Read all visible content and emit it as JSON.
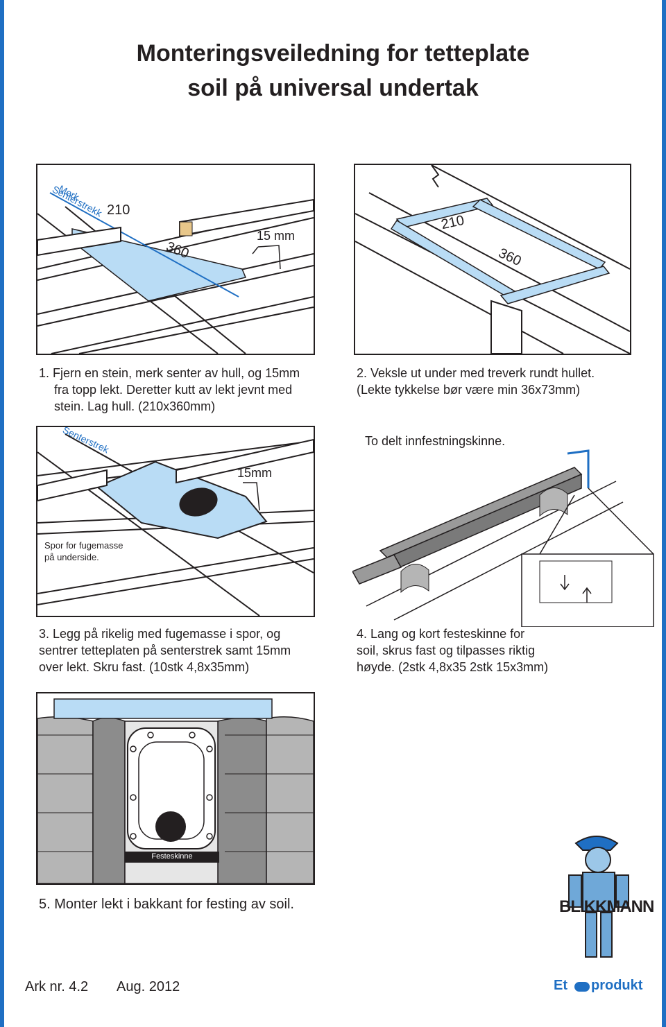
{
  "title": {
    "line1": "Monteringsveiledning for tetteplate",
    "line2": "soil på universal undertak"
  },
  "step1": {
    "label_merk": "Merk",
    "label_senterstrekk": "Senterstrekk",
    "dim_210": "210",
    "dim_360": "360",
    "dim_15mm": "15 mm",
    "caption": [
      "1.  Fjern en stein, merk senter av hull, og 15mm",
      "fra topp lekt. Deretter kutt av lekt jevnt med",
      "stein. Lag hull. (210x360mm)"
    ]
  },
  "step2": {
    "dim_210": "210",
    "dim_360": "360",
    "caption": [
      "2. Veksle ut under med treverk  rundt hullet.",
      "(Lekte tykkelse bør være min 36x73mm)"
    ]
  },
  "step3": {
    "label_senterstrek": "Senterstrek",
    "dim_15mm": "15mm",
    "label_spor": [
      "Spor for fugemasse",
      "på underside."
    ],
    "caption": [
      "3. Legg på rikelig med fugemasse i spor, og",
      "sentrer tetteplaten på senterstrek samt 15mm",
      "over lekt. Skru fast. (10stk 4,8x35mm)"
    ]
  },
  "step4": {
    "label_top": "To delt innfestningskinne.",
    "caption": [
      "4. Lang og kort festeskinne for",
      "soil, skrus fast og tilpasses riktig",
      "høyde. (2stk 4,8x35 2stk 15x3mm)"
    ]
  },
  "step5": {
    "label_festeskinne": "Festeskinne",
    "caption": "5. Monter lekt i bakkant for festing av soil."
  },
  "footer": {
    "ark": "Ark  nr.  4.2",
    "date": "Aug. 2012"
  },
  "logo": {
    "brand": "BLIKKMANN",
    "tagline": "Et",
    "tagline2": "produkt"
  },
  "colors": {
    "accent_blue": "#1f6fc3",
    "plate_blue": "#b9dcf5",
    "line_dark": "#231f20"
  }
}
